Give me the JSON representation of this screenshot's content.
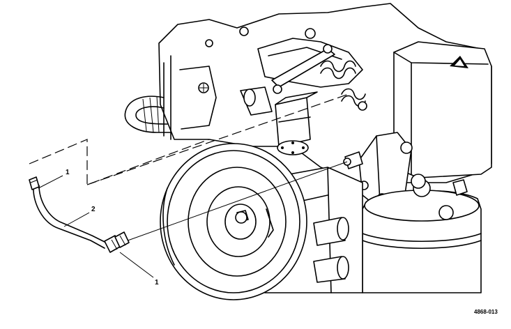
{
  "callouts": [
    {
      "id": "callout-1-upper",
      "text": "1"
    },
    {
      "id": "callout-2",
      "text": "2"
    },
    {
      "id": "callout-1-lower",
      "text": "1"
    }
  ],
  "figure_id": "4868-013"
}
